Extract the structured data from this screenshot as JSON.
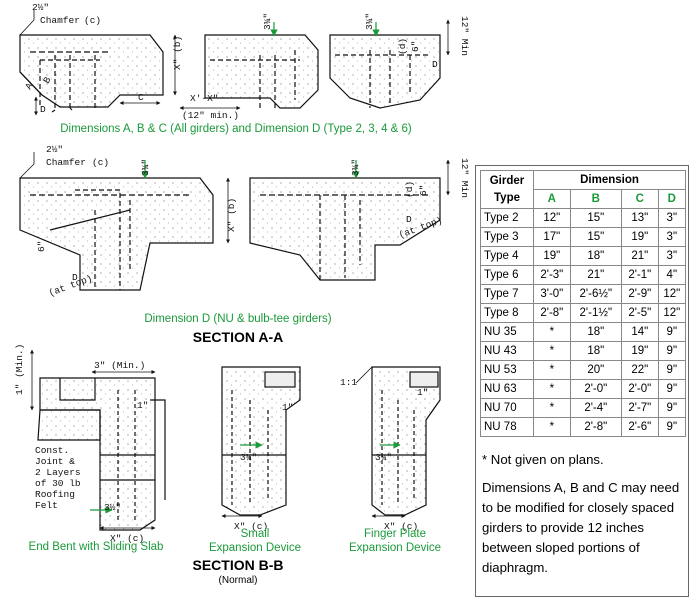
{
  "captions": {
    "top": "Dimensions A, B & C (All girders) and Dimension D (Type 2, 3, 4 & 6)",
    "mid": "Dimension D (NU & bulb-tee girders)",
    "section_aa": "SECTION A-A",
    "end_bent": "End Bent with Sliding Slab",
    "small_exp_1": "Small",
    "small_exp_2": "Expansion Device",
    "finger_1": "Finger Plate",
    "finger_2": "Expansion Device",
    "section_bb": "SECTION B-B",
    "normal": "(Normal)"
  },
  "dims": {
    "chamfer_val": "2½\"",
    "chamfer": "Chamfer",
    "c_tag": "(c)",
    "x_b": "X\" (b)",
    "x_minus": "X'-X\"",
    "twelve_min": "(12\" min.)",
    "three_q": "3¾\"",
    "twelve_min_v": "12\" Min",
    "d_tag": "(d)",
    "six": "6\"",
    "A": "A",
    "B": "B",
    "C": "C",
    "D": "D",
    "at_top": "(at top)",
    "one_min": "1\" (Min.)",
    "three_min": "3\" (Min.)",
    "one_one": "1:1",
    "one_q": "1\"",
    "x_c": "X\" (c)",
    "three_half": "3½\"",
    "const": [
      "Const.",
      "Joint &",
      "2 Layers",
      "of 30 lb",
      "Roofing",
      "Felt"
    ]
  },
  "table": {
    "header_girder_1": "Girder",
    "header_girder_2": "Type",
    "header_dimension": "Dimension",
    "cols": [
      "A",
      "B",
      "C",
      "D"
    ],
    "rows": [
      {
        "type": "Type 2",
        "A": "12\"",
        "B": "15\"",
        "C": "13\"",
        "D": "3\""
      },
      {
        "type": "Type 3",
        "A": "17\"",
        "B": "15\"",
        "C": "19\"",
        "D": "3\""
      },
      {
        "type": "Type 4",
        "A": "19\"",
        "B": "18\"",
        "C": "21\"",
        "D": "3\""
      },
      {
        "type": "Type 6",
        "A": "2'-3\"",
        "B": "21\"",
        "C": "2'-1\"",
        "D": "4\""
      },
      {
        "type": "Type 7",
        "A": "3'-0\"",
        "B": "2'-6½\"",
        "C": "2'-9\"",
        "D": "12\""
      },
      {
        "type": "Type 8",
        "A": "2'-8\"",
        "B": "2'-1½\"",
        "C": "2'-5\"",
        "D": "12\""
      },
      {
        "type": "NU 35",
        "A": "*",
        "B": "18\"",
        "C": "14\"",
        "D": "9\""
      },
      {
        "type": "NU 43",
        "A": "*",
        "B": "18\"",
        "C": "19\"",
        "D": "9\""
      },
      {
        "type": "NU 53",
        "A": "*",
        "B": "20\"",
        "C": "22\"",
        "D": "9\""
      },
      {
        "type": "NU 63",
        "A": "*",
        "B": "2'-0\"",
        "C": "2'-0\"",
        "D": "9\""
      },
      {
        "type": "NU 70",
        "A": "*",
        "B": "2'-4\"",
        "C": "2'-7\"",
        "D": "9\""
      },
      {
        "type": "NU 78",
        "A": "*",
        "B": "2'-8\"",
        "C": "2'-6\"",
        "D": "9\""
      }
    ]
  },
  "notes": {
    "star": "* Not given on plans.",
    "body": "Dimensions A, B and C may need to be modified for closely spaced girders to provide 12 inches between sloped portions of diaphragm."
  },
  "colors": {
    "accent": "#1a9a3a",
    "line": "#111111"
  }
}
